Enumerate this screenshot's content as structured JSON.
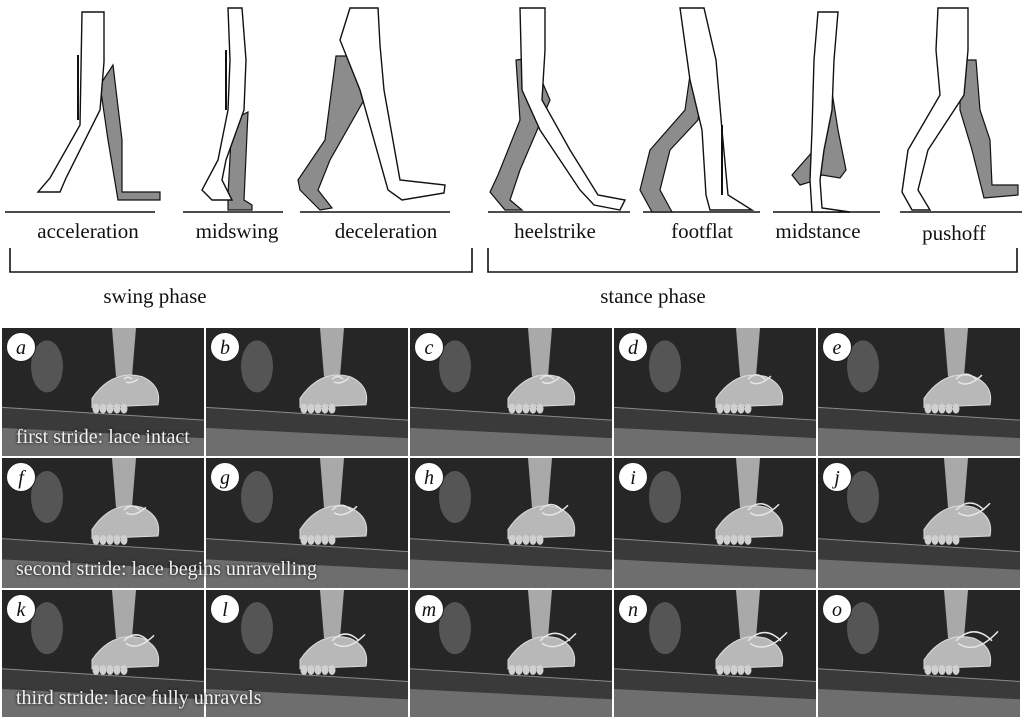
{
  "phases": [
    {
      "id": "acceleration",
      "label": "acceleration"
    },
    {
      "id": "midswing",
      "label": "midswing"
    },
    {
      "id": "deceleration",
      "label": "deceleration"
    },
    {
      "id": "heelstrike",
      "label": "heelstrike"
    },
    {
      "id": "footflat",
      "label": "footflat"
    },
    {
      "id": "midstance",
      "label": "midstance"
    },
    {
      "id": "pushoff",
      "label": "pushoff"
    }
  ],
  "groups": {
    "swing": "swing phase",
    "stance": "stance phase"
  },
  "rows": [
    {
      "caption": "first stride: lace intact",
      "frames": [
        "a",
        "b",
        "c",
        "d",
        "e"
      ]
    },
    {
      "caption": "second stride: lace begins unravelling",
      "frames": [
        "f",
        "g",
        "h",
        "i",
        "j"
      ]
    },
    {
      "caption": "third stride: lace fully unravels",
      "frames": [
        "k",
        "l",
        "m",
        "n",
        "o"
      ]
    }
  ],
  "colors": {
    "leg_fill": "#ffffff",
    "leg_shaded": "#8c8c8c",
    "outline": "#111111",
    "photo_bg": "#262626"
  }
}
